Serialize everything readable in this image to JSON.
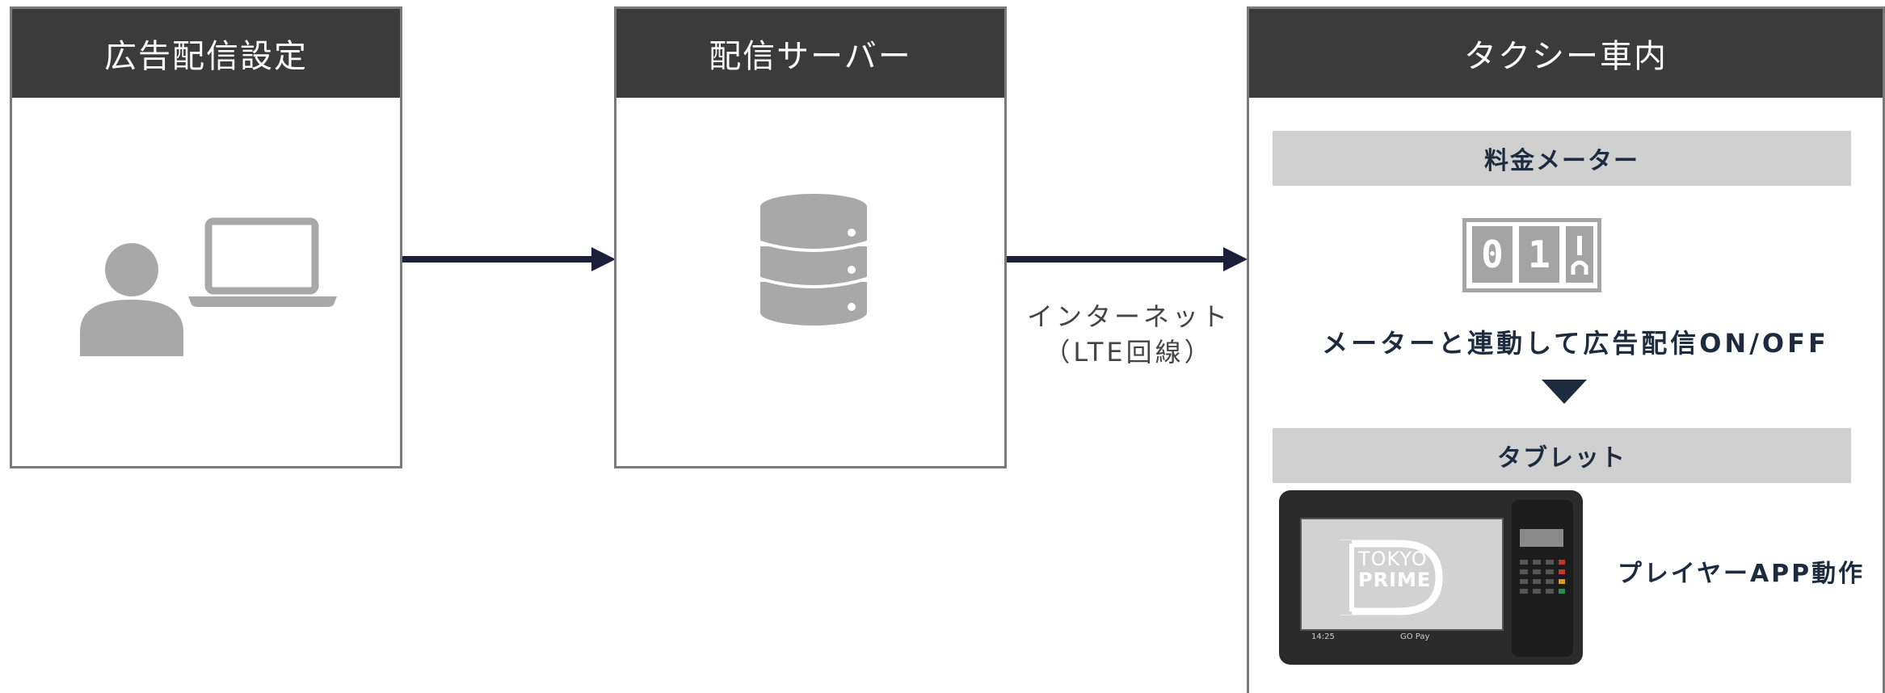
{
  "panels": {
    "ad_settings": {
      "title": "広告配信設定"
    },
    "server": {
      "title": "配信サーバー"
    },
    "taxi": {
      "title": "タクシー車内"
    }
  },
  "network_label": {
    "line1": "インターネット",
    "line2": "（LTE回線）"
  },
  "taxi_content": {
    "meter_bar": "料金メーター",
    "meter_digits": [
      "0",
      "1"
    ],
    "sync_text": "メーターと連動して広告配信ON/OFF",
    "tablet_bar": "タブレット",
    "tablet_logo_line1": "TOKYO",
    "tablet_logo_line2": "PRIME",
    "player_text": "プレイヤーAPP動作",
    "screen_time": "14:25",
    "screen_pay": "GO Pay"
  },
  "colors": {
    "header_bg": "#3b3b3b",
    "arrow": "#1d1f3a",
    "icon_gray": "#a8a8a8",
    "bar_bg": "#d0d0d0",
    "text_navy": "#1d2b3f"
  }
}
